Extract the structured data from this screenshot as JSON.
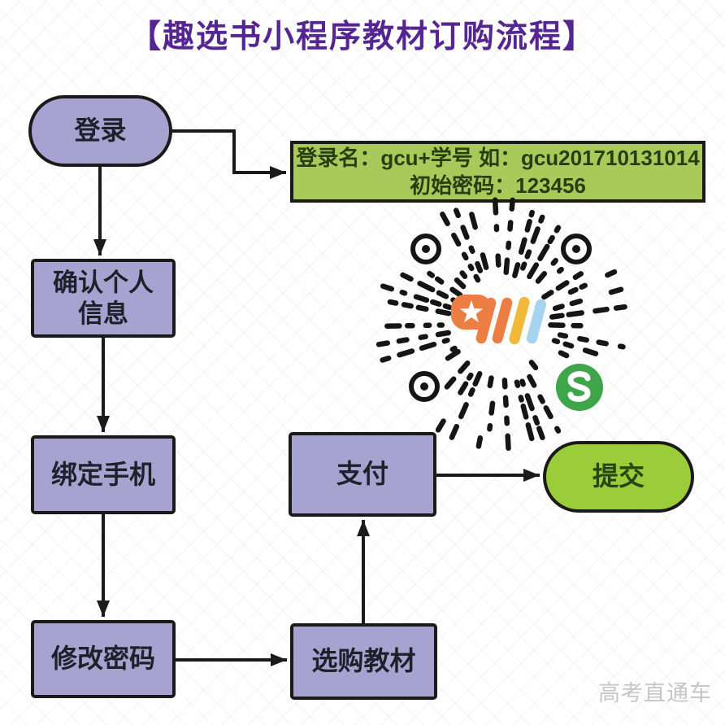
{
  "title": "【趣选书小程序教材订购流程】",
  "watermark": "高考直通车",
  "flowchart": {
    "nodes": {
      "login": {
        "label": "登录",
        "shape": "stadium",
        "fill": "#A6A3D0"
      },
      "confirm": {
        "label": "确认个人\n信息",
        "shape": "rectangle",
        "fill": "#A6A3D0"
      },
      "bind": {
        "label": "绑定手机",
        "shape": "rectangle",
        "fill": "#A6A3D0"
      },
      "modify": {
        "label": "修改密码",
        "shape": "rectangle",
        "fill": "#A6A3D0"
      },
      "select": {
        "label": "选购教材",
        "shape": "rectangle",
        "fill": "#A6A3D0"
      },
      "pay": {
        "label": "支付",
        "shape": "rectangle",
        "fill": "#A6A3D0"
      },
      "submit": {
        "label": "提交",
        "shape": "stadium",
        "fill": "#9BCC3A"
      }
    },
    "edges": [
      {
        "from": "login",
        "to": "credentials-note"
      },
      {
        "from": "login",
        "to": "confirm"
      },
      {
        "from": "confirm",
        "to": "bind"
      },
      {
        "from": "bind",
        "to": "modify"
      },
      {
        "from": "modify",
        "to": "select"
      },
      {
        "from": "select",
        "to": "pay"
      },
      {
        "from": "pay",
        "to": "submit"
      }
    ]
  },
  "credentials_note": {
    "line1": "登录名：gcu+学号 如：gcu201710131014",
    "line2": "初始密码：123456"
  },
  "qr_code": {
    "kind": "wechat-mini-program-code",
    "center_logo": "quxuanshu-app-logo",
    "badge": "wechat-mini-program-icon"
  },
  "colors": {
    "title": "#552591",
    "node_fill": "#A6A3D0",
    "node_border": "#1a1a1a",
    "note_fill": "#A9CA5B",
    "note_text": "#283E10",
    "submit_fill": "#9BCC3A",
    "logo_orange": "#EC7D43",
    "logo_yellow": "#F2B83C",
    "logo_blue": "#A6D3EE",
    "wechat_green": "#3EA54B",
    "watermark_gray": "#c6c6c6"
  }
}
